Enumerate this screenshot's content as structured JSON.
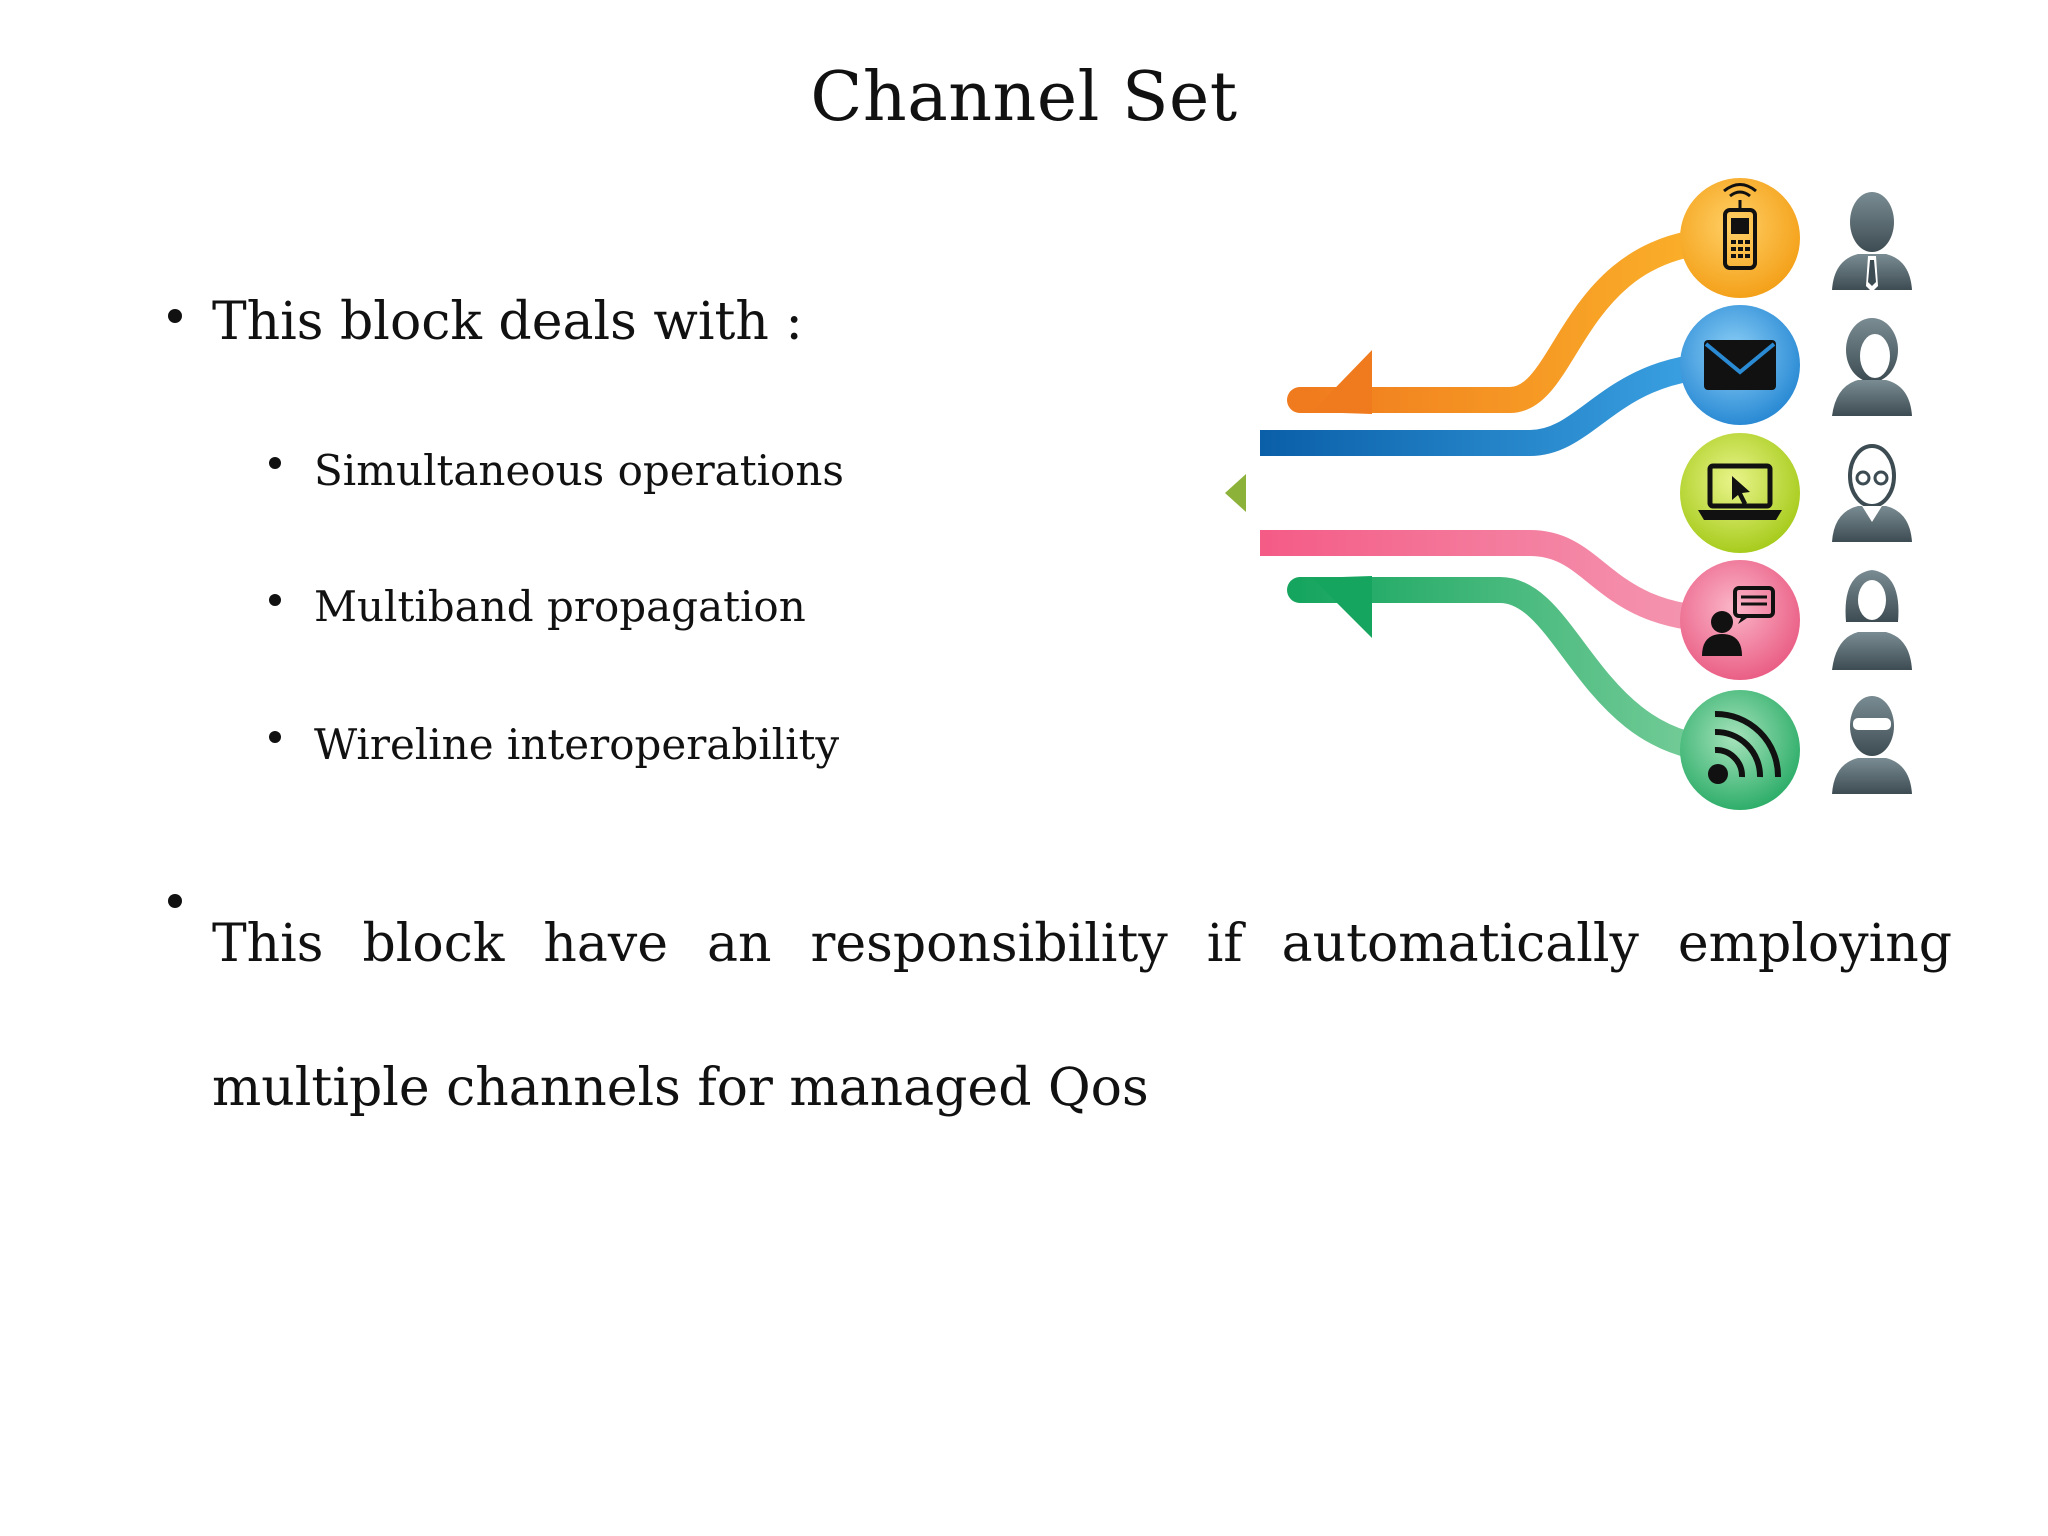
{
  "slide": {
    "title": "Channel Set",
    "bullets": [
      {
        "text": "This block deals with :",
        "children": [
          "Simultaneous operations",
          "Multiband propagation",
          "Wireline interoperability"
        ]
      },
      {
        "text": "This block have an responsibility if automatically employing multiple channels for managed Qos"
      }
    ]
  },
  "illustration": {
    "channels": [
      {
        "icon": "mobile-phone-icon",
        "color": "#f7a824"
      },
      {
        "icon": "envelope-icon",
        "color": "#2f8fd6"
      },
      {
        "icon": "laptop-icon",
        "color": "#a8cc2c"
      },
      {
        "icon": "chat-user-icon",
        "color": "#ee6e93"
      },
      {
        "icon": "wifi-icon",
        "color": "#3cb878"
      }
    ],
    "people": [
      "man-with-tie-icon",
      "woman-icon",
      "man-with-glasses-icon",
      "woman-long-hair-icon",
      "man-with-goggles-icon"
    ]
  }
}
